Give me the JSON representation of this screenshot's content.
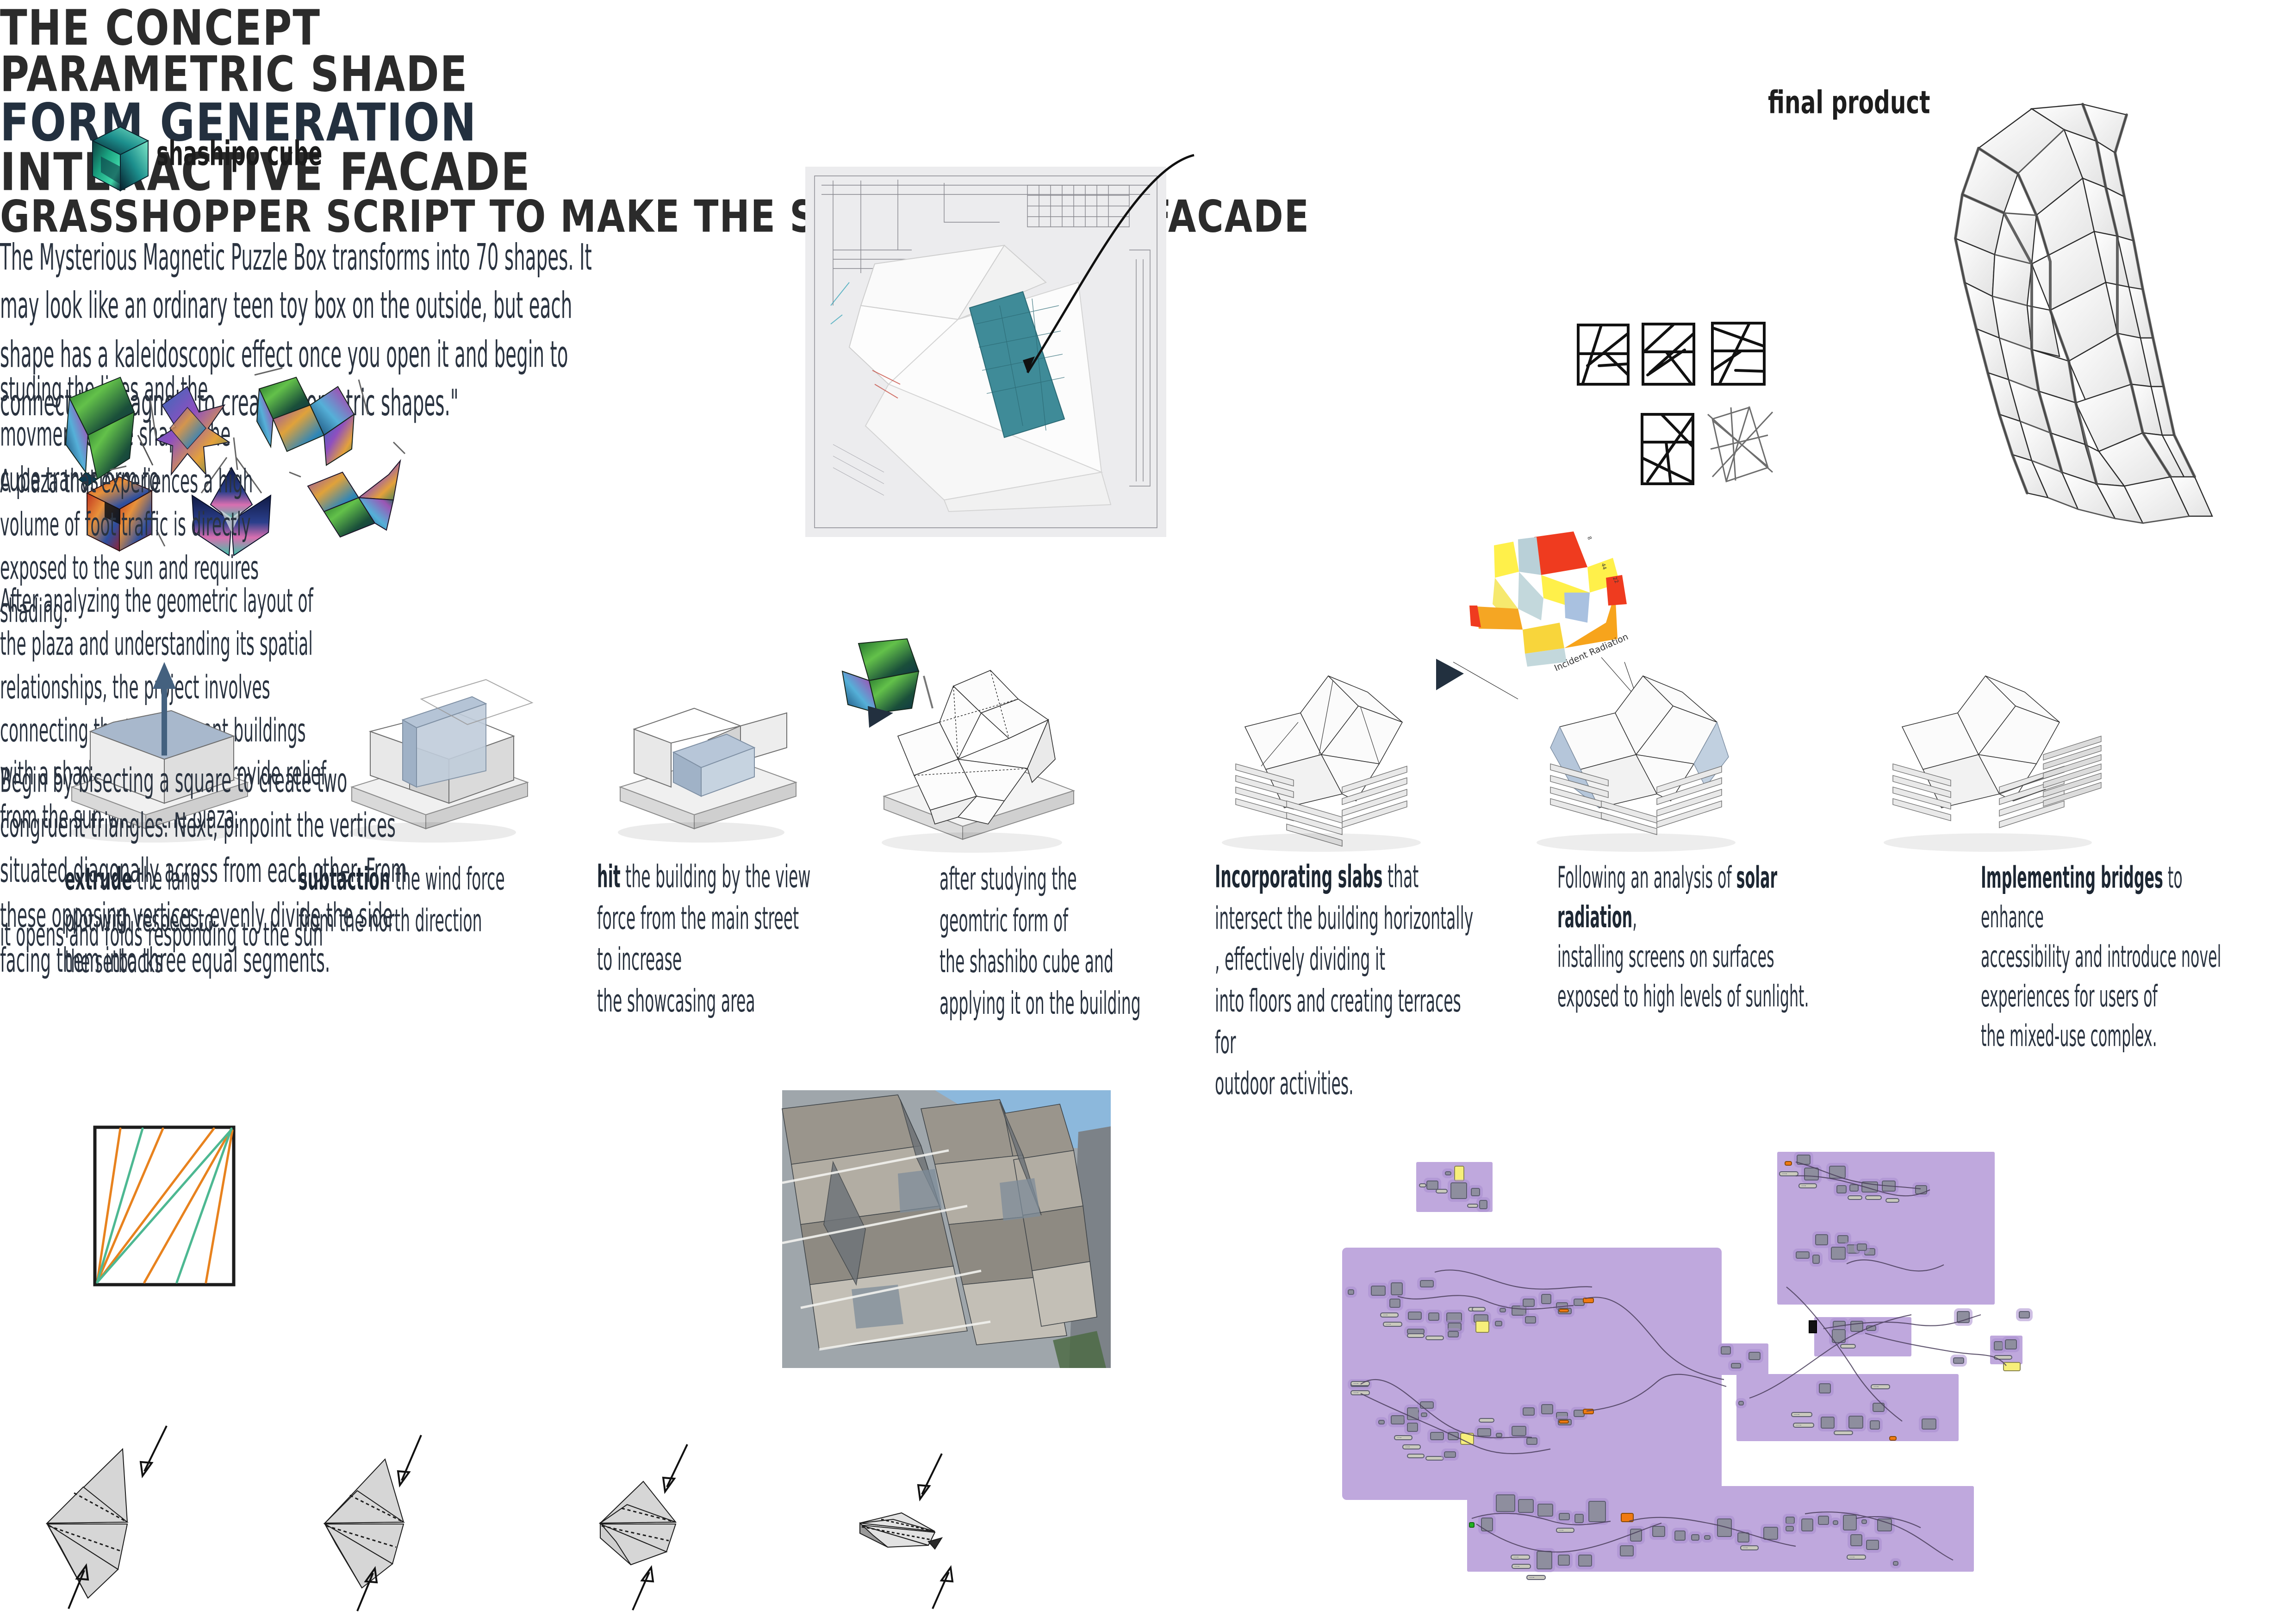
{
  "board": {
    "background": "#ffffff",
    "heading_color": "#2b2b2b",
    "body_color": "#2a3340",
    "accent_orange": "#e8821e",
    "accent_teal": "#4db892",
    "grasshopper_panel": "#bfa8dd"
  },
  "sections": {
    "concept": {
      "title": "THE CONCEPT"
    },
    "parametric": {
      "title": "PARAMETRIC SHADE"
    },
    "form": {
      "title": "FORM GENERATION"
    },
    "facade": {
      "title": "INTERACTIVE FACADE"
    },
    "grasshopper": {
      "title": "GRASSHOPPER SCRIPT TO MAKE THE SHADE AND THE FACADE"
    },
    "final": {
      "title": "final product"
    }
  },
  "concept": {
    "cube_label": "shashipo cube",
    "paragraph": "The Mysterious Magnetic Puzzle Box transforms into 70 shapes. It\nmay look like an ordinary teen toy box on the outside, but each\nshape has a kaleidoscopic effect once you open it and begin to\nconnect the magnets to create geometric shapes.\"",
    "shapes_caption": "studing the lines and the\nmovment of the shapes the\ncube tranvsform to"
  },
  "parametric": {
    "note_1": "A plaza that experiences a high\nvolume of foot traffic is directly\nexposed to the sun and requires\nshading.",
    "note_2": "After analyzing the geometric layout of\nthe plaza and understanding its spatial\nrelationships, the project involves\nconnecting the two adjacent buildings\nwith a shading structure to provide relief\nfrom the sun within the plaza."
  },
  "form_generation": {
    "steps": [
      {
        "bold": "extrude",
        "text": " the land\nplot  with respect to\n the setbacks"
      },
      {
        "bold": "subtaction",
        "text": " the wind force\nfrom the north direction"
      },
      {
        "bold": "hit",
        "text": " the building by the view\nforce from the main street\nto increase\nthe showcasing area"
      },
      {
        "bold": "",
        "text": "after studying the\ngeomtric form of\nthe shashibo cube and\napplying it on the building"
      },
      {
        "bold": "Incorporating slabs",
        "text": " that\nintersect the building horizontally\n, effectively dividing it\n into floors and creating terraces for\noutdoor activities."
      },
      {
        "bold": "solar radiation",
        "text": "",
        "prefix": "Following an analysis of ",
        "suffix": ",\n installing screens on surfaces\nexposed to high levels of sunlight."
      },
      {
        "bold": "Implementing bridges",
        "text": " to enhance\n accessibility and introduce novel\n experiences for users of\nthe mixed-use complex."
      }
    ],
    "radiation_label": "Incident Radiation"
  },
  "facade": {
    "paragraph": "Begin by bisecting a square to create two\ncongruent triangles. Next, pinpoint the vertices\nsituated diagonally across from each other. From\nthese opposing vertices, evenly divide the side\nfacing them into three equal segments.",
    "caption": "it opens and folds responding to the sun",
    "fold_stages": 4
  }
}
